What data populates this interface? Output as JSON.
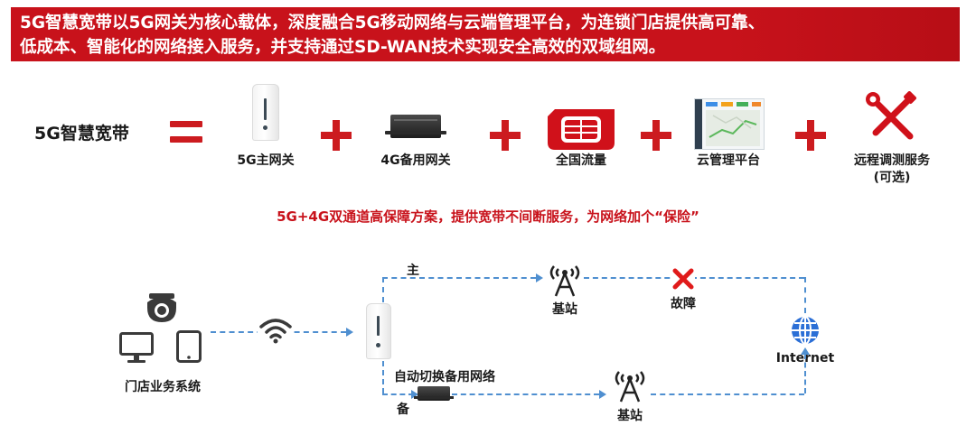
{
  "banner": {
    "line1": "5G智慧宽带以5G网关为核心载体，深度融合5G移动网络与云端管理平台，为连锁门店提供高可靠、",
    "line2": "低成本、智能化的网络接入服务，并支持通过SD-WAN技术实现安全高效的双域组网。"
  },
  "formula": {
    "title": "5G智慧宽带",
    "items": [
      {
        "label": "5G主网关",
        "icon": "5g-gateway-icon"
      },
      {
        "label": "4G备用网关",
        "icon": "4g-backup-gateway-icon"
      },
      {
        "label": "全国流量",
        "icon": "sim-card-icon"
      },
      {
        "label": "云管理平台",
        "icon": "cloud-platform-screen-icon"
      },
      {
        "label": "远程调测服务",
        "sub": "(可选)",
        "icon": "wrench-screwdriver-icon"
      }
    ]
  },
  "slogan": "5G+4G双通道高保障方案，提供宽带不间断服务，为网络加个“保险”",
  "diagram": {
    "store": "门店业务系统",
    "primary": "主",
    "backup": "备",
    "base_station": "基站",
    "fault": "故障",
    "switch": "自动切换备用网络",
    "internet": "Internet"
  },
  "colors": {
    "accent": "#c8121b",
    "link": "#4f8fd0",
    "internet": "#2b6fd6"
  }
}
